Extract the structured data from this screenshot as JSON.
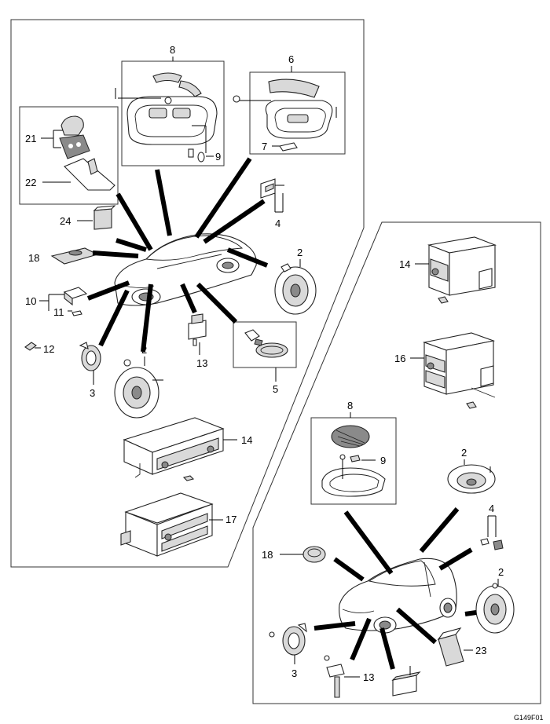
{
  "diagram": {
    "code": "G149F01",
    "callouts": [
      "8",
      "6",
      "21",
      "22",
      "9",
      "7",
      "24",
      "4",
      "18",
      "10",
      "11",
      "2",
      "12",
      "3",
      "2",
      "13",
      "5",
      "14",
      "17",
      "14",
      "16",
      "8",
      "9",
      "2",
      "4",
      "18",
      "2",
      "3",
      "13",
      "23"
    ]
  }
}
